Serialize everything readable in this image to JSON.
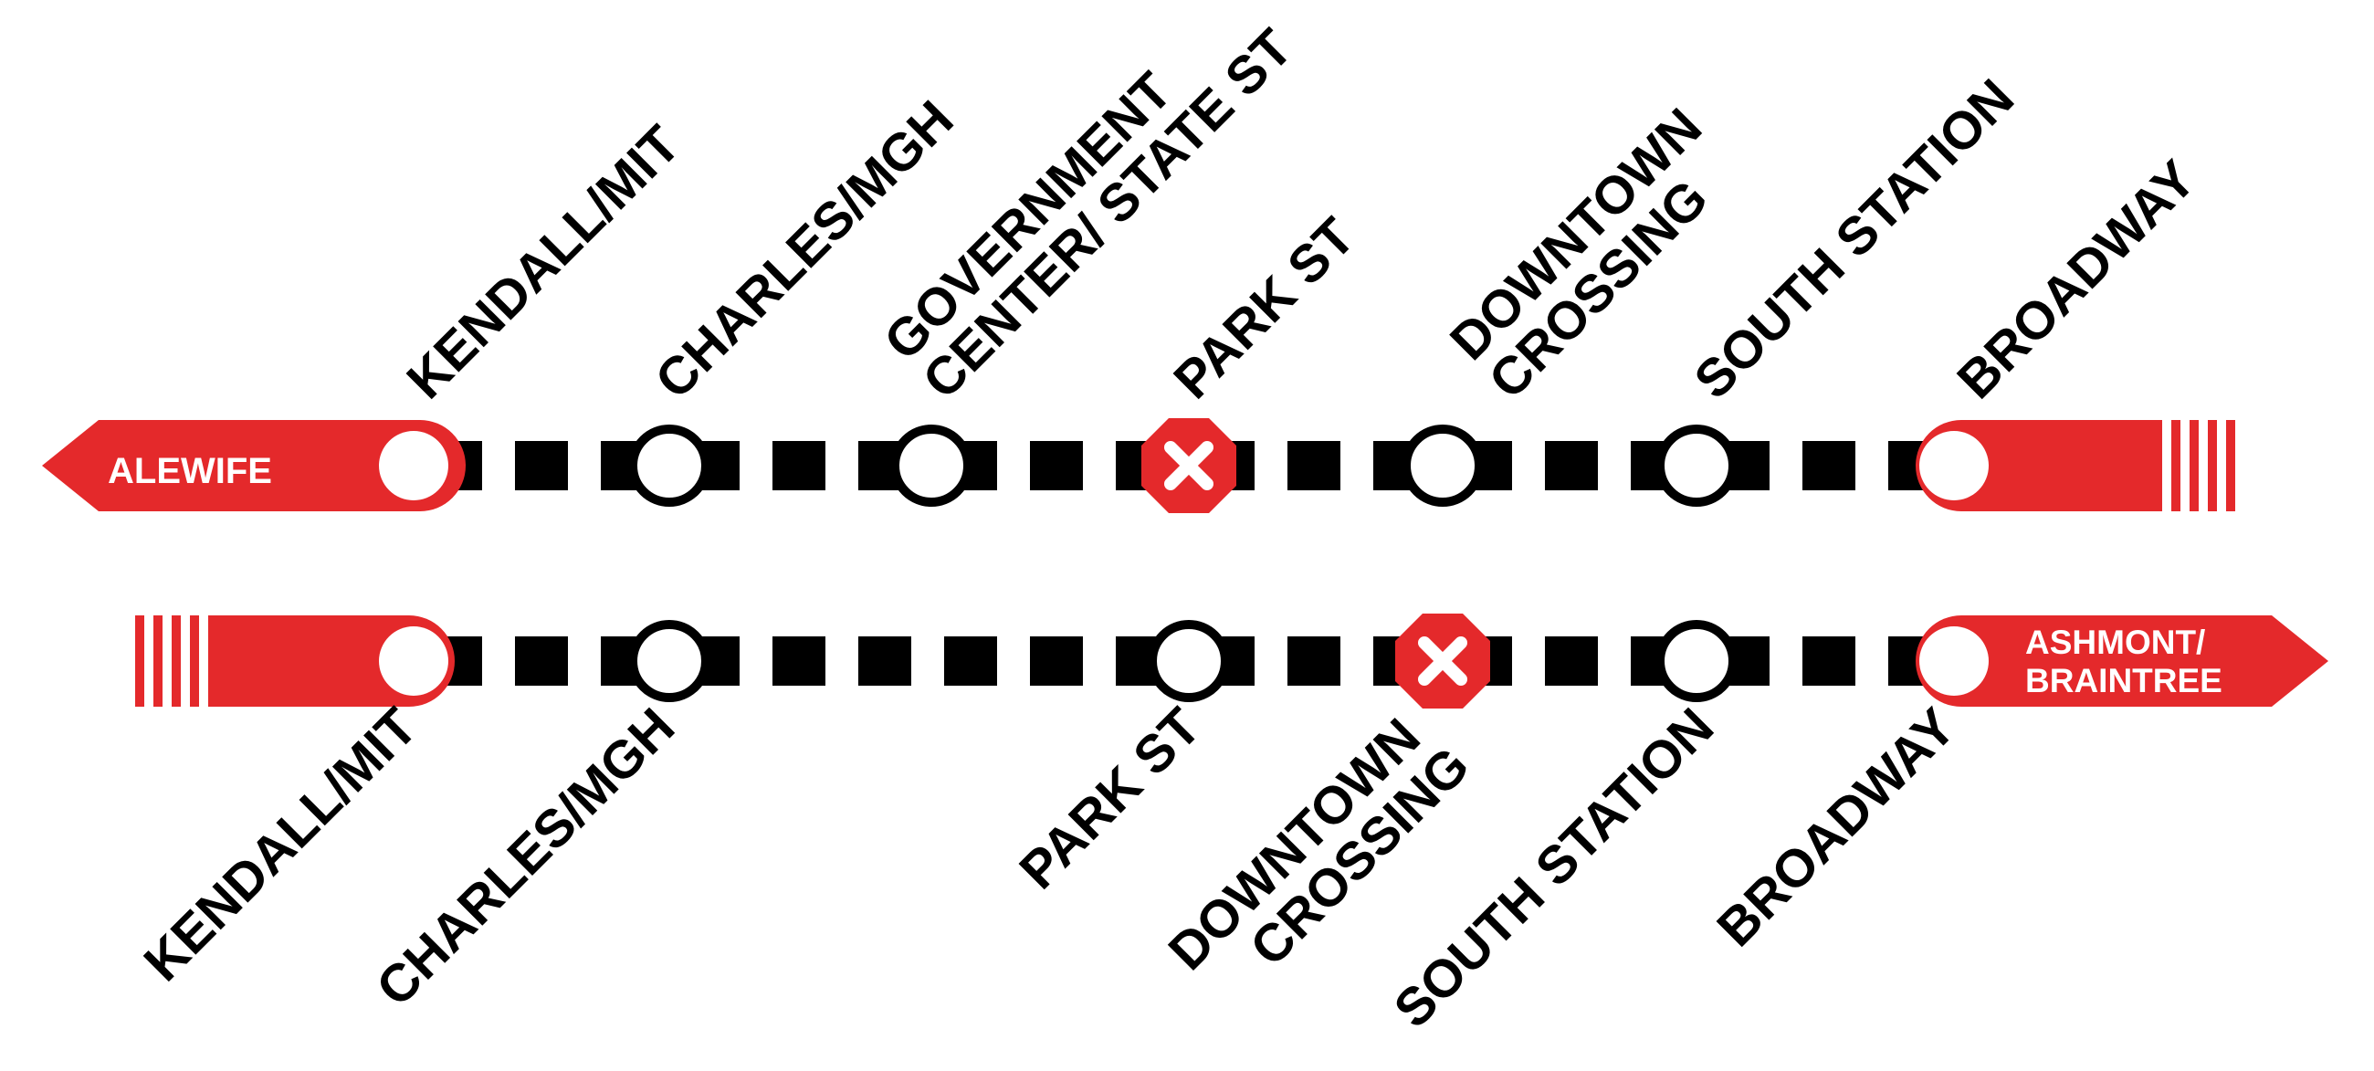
{
  "colors": {
    "red": "#e4292b",
    "black": "#000000",
    "white": "#ffffff"
  },
  "top_line": {
    "terminus_label": "ALEWIFE",
    "stations": [
      {
        "label": "KENDALL/MIT",
        "closed": false
      },
      {
        "label": "CHARLES/MGH",
        "closed": false
      },
      {
        "label": "GOVERNMENT CENTER/ STATE ST",
        "line1": "GOVERNMENT",
        "line2": "CENTER/ STATE ST",
        "closed": false
      },
      {
        "label": "PARK ST",
        "closed": true
      },
      {
        "label": "DOWNTOWN CROSSING",
        "line1": "DOWNTOWN",
        "line2": "CROSSING",
        "closed": false
      },
      {
        "label": "SOUTH STATION",
        "closed": false
      },
      {
        "label": "BROADWAY",
        "closed": false
      }
    ]
  },
  "bottom_line": {
    "terminus_line1": "ASHMONT/",
    "terminus_line2": "BRAINTREE",
    "stations": [
      {
        "label": "KENDALL/MIT",
        "closed": false
      },
      {
        "label": "CHARLES/MGH",
        "closed": false
      },
      {
        "label": "PARK ST",
        "closed": false
      },
      {
        "label": "DOWNTOWN CROSSING",
        "line1": "DOWNTOWN",
        "line2": "CROSSING",
        "closed": true
      },
      {
        "label": "SOUTH STATION",
        "closed": false
      },
      {
        "label": "BROADWAY",
        "closed": false
      }
    ]
  },
  "icons": {
    "closed_station": "x-octagon-icon",
    "open_station": "circle-icon",
    "terminus_station": "white-dot-icon"
  }
}
